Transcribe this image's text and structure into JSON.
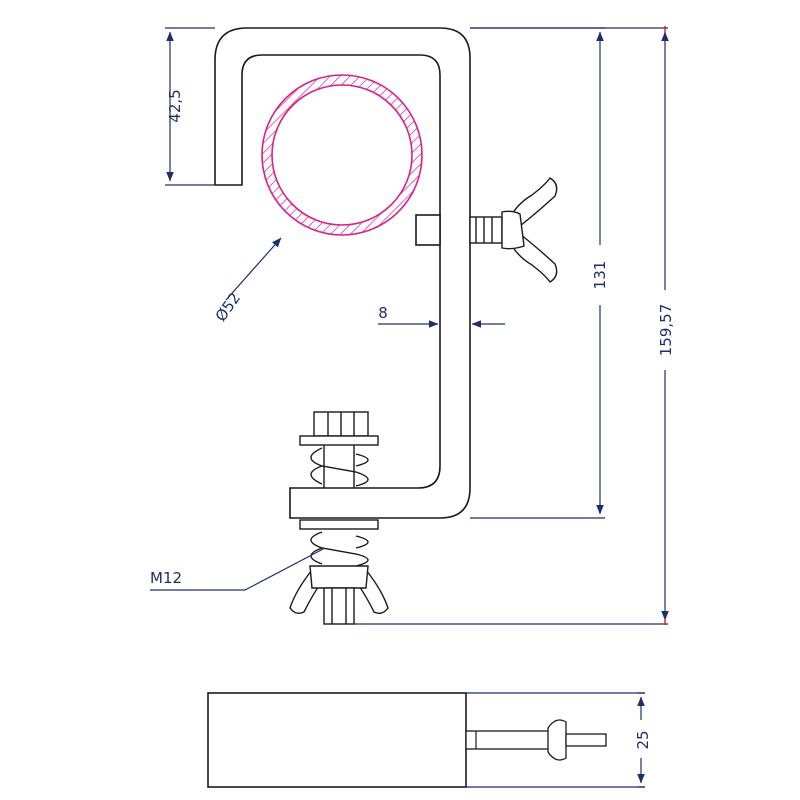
{
  "colors": {
    "line": "#1a1a1a",
    "dimension": "#1f2f6e",
    "pipe_hatch": "#d6208f",
    "accent_tick": "#e01a1a",
    "background": "#ffffff"
  },
  "dimensions": {
    "hook_depth": "42,5",
    "pipe_diameter": "Ø52",
    "wall_thickness": "8",
    "inner_height": "131",
    "total_height": "159,57",
    "bolt_thread": "M12",
    "width": "25"
  }
}
